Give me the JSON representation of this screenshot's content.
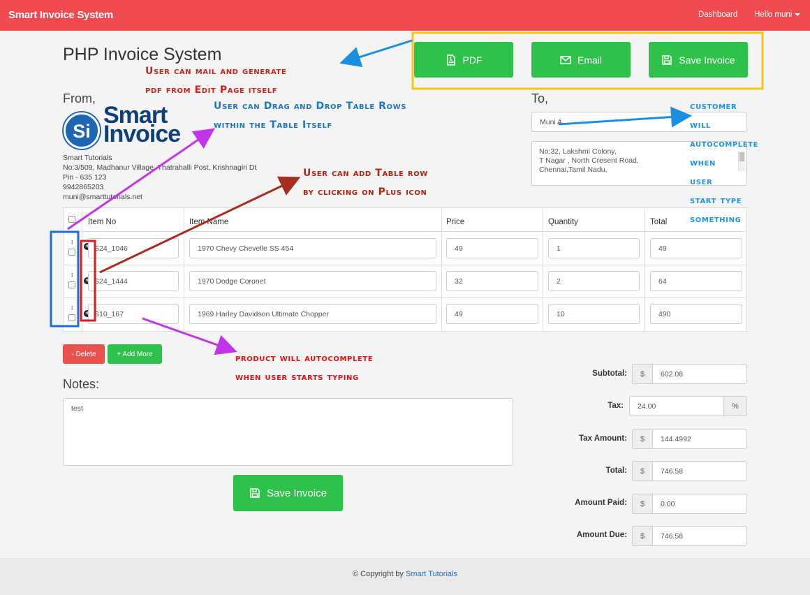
{
  "navbar": {
    "brand": "Smart Invoice System",
    "dashboard": "Dashboard",
    "user_menu": "Hello muni"
  },
  "page": {
    "title": "PHP Invoice System",
    "from_label": "From,",
    "to_label": "To,",
    "notes_label": "Notes:"
  },
  "actions": {
    "pdf": "PDF",
    "email": "Email",
    "save": "Save Invoice"
  },
  "logo": {
    "line1": "Smart",
    "line2": "Invoice",
    "mark": "Si"
  },
  "from": {
    "company": "Smart Tutorials",
    "address": "No:3/509, Madhanur Village, Thatrahalli Post, Krishnagiri Dt",
    "pin": "Pin - 635 123",
    "phone": "9942865203",
    "email": "muni@smarttutorials.net"
  },
  "to": {
    "name": "Muni A",
    "address_line1": "No:32, Lakshmi Colony,",
    "address_line2": "T Nagar , North Cresent Road,",
    "address_line3": "Chennai,Tamil Nadu,"
  },
  "table": {
    "headers": [
      "Item No",
      "Item Name",
      "Price",
      "Quantity",
      "Total"
    ],
    "rows": [
      {
        "item_no": "S24_1046",
        "item_name": "1970 Chevy Chevelle SS 454",
        "price": "49",
        "quantity": "1",
        "total": "49"
      },
      {
        "item_no": "S24_1444",
        "item_name": "1970 Dodge Coronet",
        "price": "32",
        "quantity": "2",
        "total": "64"
      },
      {
        "item_no": "S10_167",
        "item_name": "1969 Harley Davidson Ultimate Chopper",
        "price": "49",
        "quantity": "10",
        "total": "490"
      }
    ]
  },
  "table_actions": {
    "delete": "- Delete",
    "add_more": "+ Add More"
  },
  "notes": {
    "value": "test"
  },
  "summary": {
    "subtotal_label": "Subtotal:",
    "subtotal": "602.08",
    "tax_label": "Tax:",
    "tax": "24.00",
    "tax_unit": "%",
    "tax_amount_label": "Tax Amount:",
    "tax_amount": "144.4992",
    "total_label": "Total:",
    "total": "746.58",
    "amount_paid_label": "Amount Paid:",
    "amount_paid": "0.00",
    "amount_due_label": "Amount Due:",
    "amount_due": "746.58",
    "currency": "$"
  },
  "footer": {
    "prefix": "© Copyright by",
    "link": "Smart Tutorials"
  },
  "annotations": {
    "mail_pdf_1": "User can mail and generate",
    "mail_pdf_2": "pdf from Edit Page itself",
    "drag_1": "User can Drag and Drop Table Rows",
    "drag_2": "within the Table Itself",
    "add_row_1": "User can add Table row",
    "add_row_2": "by clicking on Plus icon",
    "product_1": "product will autocomplete",
    "product_2": "when user starts typing",
    "customer_1": "customer",
    "customer_2": "will",
    "customer_3": "autocomplete",
    "customer_4": "when",
    "customer_5": "user",
    "customer_6": "start type",
    "customer_7": "something"
  },
  "colors": {
    "navbar": "#ef4a4f",
    "primary_green": "#2ec24a",
    "delete_red": "#e9524f",
    "annotation_yellow": "#f5c314",
    "annotation_blue_box": "#1f6dd1",
    "annotation_red_box": "#dd1d1d",
    "annotation_magenta": "#cc33ee",
    "annotation_brown": "#a52e1e",
    "annotation_cyan": "#1a96e6"
  }
}
